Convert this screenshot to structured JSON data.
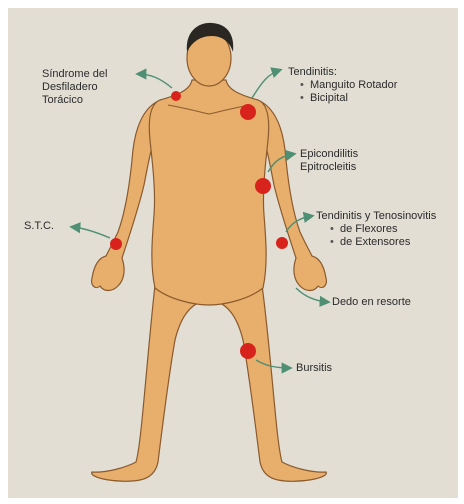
{
  "colors": {
    "background": "#e2ded4",
    "skin": "#e8ae6b",
    "skin_outline": "#8a5a2e",
    "hair": "#2a2622",
    "marker": "#d8231c",
    "arrow": "#4f8f73"
  },
  "labels": {
    "thoracic_outlet": [
      "Síndrome del",
      "Desfiladero",
      "Torácico"
    ],
    "tendinitis_title": "Tendinitis:",
    "tendinitis_items": [
      "Manguito Rotador",
      "Bicipital"
    ],
    "epicondylitis": [
      "Epicondilitis",
      "Epitrocleitis"
    ],
    "stc": "S.T.C.",
    "tenosynovitis_title": "Tendinitis y Tenosinovitis",
    "tenosynovitis_items": [
      "de Flexores",
      "de Extensores"
    ],
    "trigger_finger": "Dedo en resorte",
    "bursitis": "Bursitis"
  },
  "bullet_symbol": "•"
}
